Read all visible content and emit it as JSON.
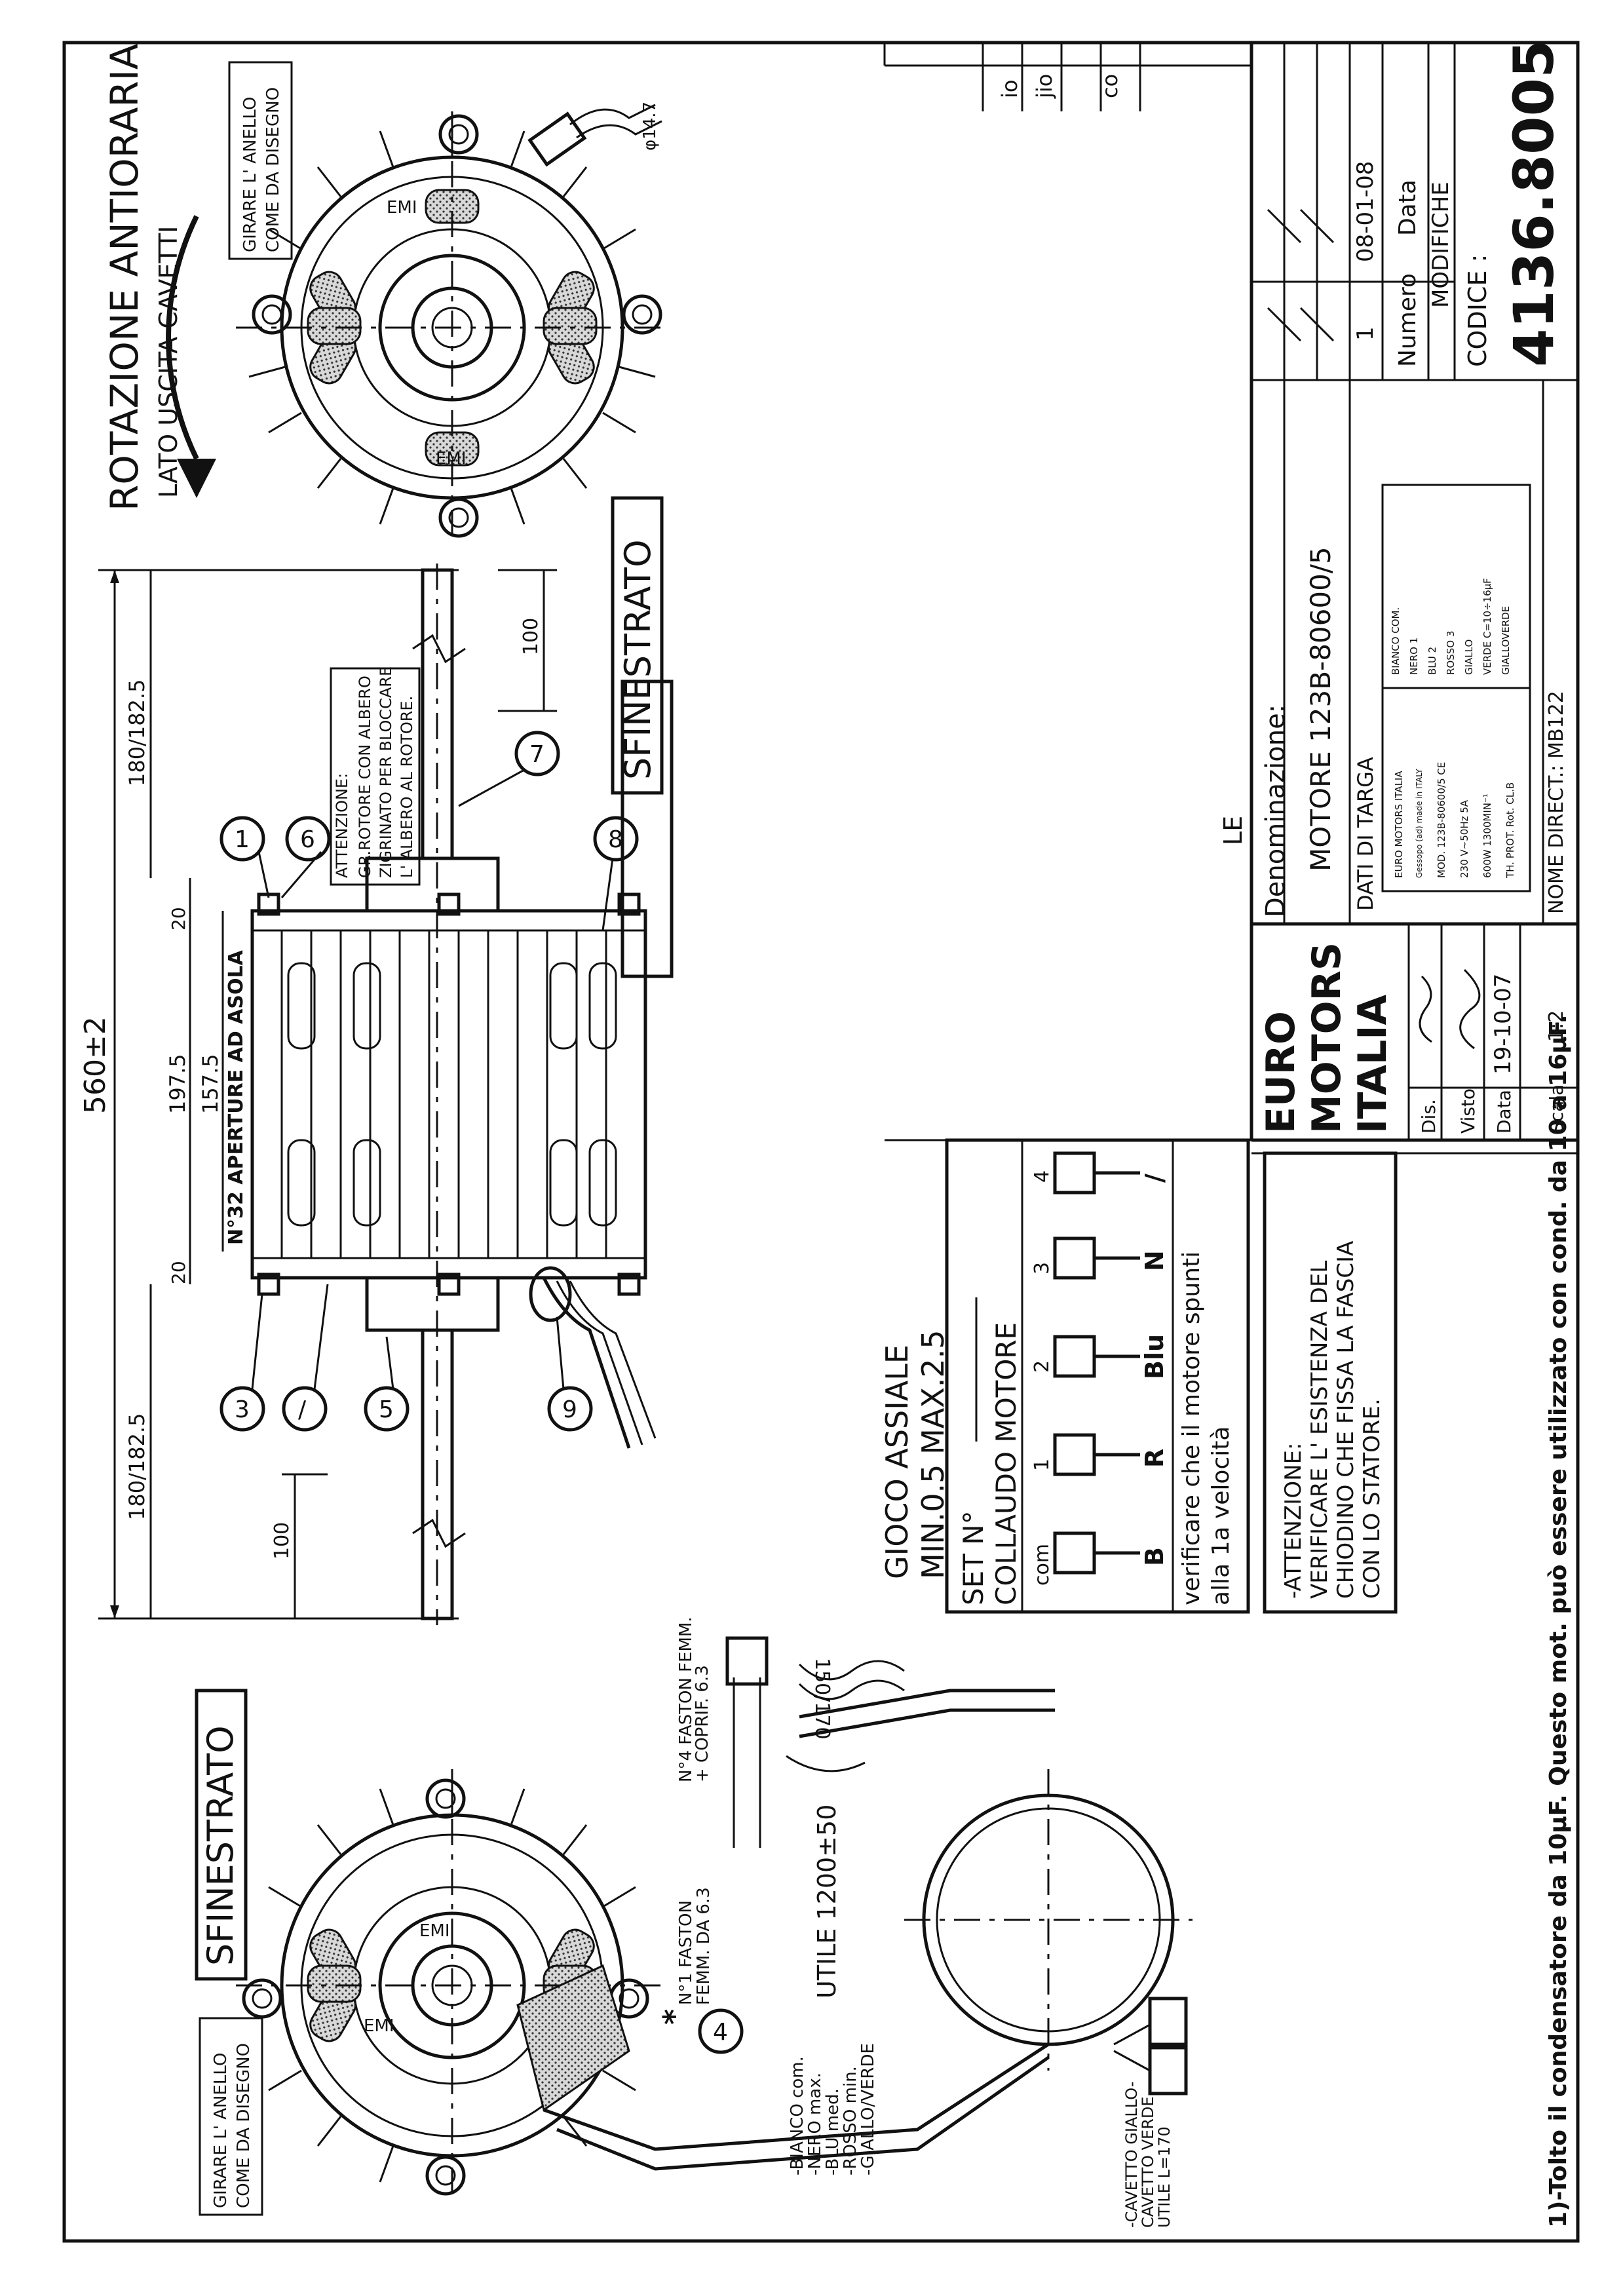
{
  "title_block": {
    "denominazione_label": "Denominazione:",
    "motor_name": "MOTORE 123B-80600/5",
    "dati_di_targa": "DATI DI TARGA",
    "nome_direct": "NOME DIRECT.: MB122",
    "company": [
      "EURO",
      "MOTORS",
      "ITALIA"
    ],
    "dis_label": "Dis.",
    "visto_label": "Visto",
    "data_label": "Data",
    "data_value": "19-10-07",
    "scala_label": "Scala",
    "scala_value": "1:2",
    "modifiche_numero": "1",
    "modifiche_data": "08-01-08",
    "numero_label": "Numero",
    "data_col_label": "Data",
    "modifiche_label": "MODIFICHE",
    "codice_label": "CODICE :",
    "codice_value": "4136.8005",
    "edge_labels": [
      "LE",
      "io",
      "jio",
      "co"
    ]
  },
  "nameplate": {
    "lines": [
      "EURO MOTORS ITALIA",
      "Gessopo (ad) made in ITALY",
      "MOD. 123B-80600/5 CE",
      "230 V~50Hz   5A",
      "600W   1300MIN⁻¹",
      "TH. PROT.   Rot.   CL.B"
    ],
    "wires": [
      "BIANCO COM.",
      "NERO   1",
      "BLU   2",
      "ROSSO   3",
      "GIALLO",
      "VERDE  C=10÷16μF",
      "GIALLOVERDE"
    ]
  },
  "annotations": {
    "rotazione": "ROTAZIONE ANTIORARIA",
    "lato_uscita": "LATO USCITA CAVETTI",
    "girare_anello_1": "GIRARE L' ANELLO",
    "girare_anello_2": "COME DA DISEGNO",
    "sfinestrato": "SFINESTRATO",
    "phi": "φ14.7",
    "emi": "EMI",
    "attenzione_title": "ATTENZIONE:",
    "attenzione_1": "GR.ROTORE CON ALBERO",
    "attenzione_2": "ZIGRINATO PER BLOCCARE",
    "attenzione_3": "L' ALBERO AL ROTORE.",
    "aperture": "N°32 APERTURE AD ASOLA",
    "gioco_1": "GIOCO ASSIALE",
    "gioco_2": "MIN.0.5 MAX.2.5",
    "set_n": "SET N°",
    "collaudo": "COLLAUDO MOTORE",
    "verificare_1": "verificare che il motore spunti",
    "verificare_2": "alla 1a velocità",
    "att2_1": "-ATTENZIONE:",
    "att2_2": "VERIFICARE L' ESISTENZA DEL",
    "att2_3": "CHIODINO CHE FISSA LA FASCIA",
    "att2_4": "CON LO STATORE.",
    "faston4_1": "N°4 FASTON FEMM.",
    "faston4_2": "+ COPRIF. 6.3",
    "faston1_1": "N°1 FASTON",
    "faston1_2": "FEMM. DA 6.3",
    "utile": "UTILE 1200±50",
    "cavetto_1": "-CAVETTO GIALLO-",
    "cavetto_2": "CAVETTO VERDE",
    "cavetto_3": "UTILE L=170",
    "wire_list": [
      "-BIANCO   com.",
      "-NERO   max.",
      "-BLU   med.",
      "-ROSSO   min.",
      "-GIALLO/VERDE"
    ],
    "star": "*",
    "footnote": "1)-Tolto il condensatore da 10μF. Questo mot. può essere utilizzato con cond. da 10 a 16μF."
  },
  "dimensions": {
    "overall": "560±2",
    "left": "180/182.5",
    "right": "180/182.5",
    "d197": "197.5",
    "d157": "157.5",
    "d20a": "20",
    "d20b": "20",
    "d100a": "100",
    "d100b": "100",
    "d150": "150/170"
  },
  "collaudo_table": {
    "headers": [
      "com",
      "1",
      "2",
      "3",
      "4"
    ],
    "letters": [
      "B",
      "R",
      "Blu",
      "N",
      "/"
    ]
  },
  "balloons": [
    "1",
    "6",
    "7",
    "8",
    "3",
    "/",
    "5",
    "9",
    "4"
  ]
}
